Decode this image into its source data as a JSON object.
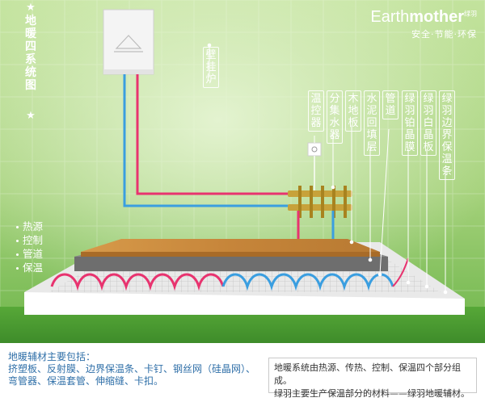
{
  "title": "地暖四系统图",
  "star": "★",
  "brand": {
    "logo_prefix": "Earth",
    "logo_suffix": "mother",
    "logo_cn": "绿羽",
    "slogan": "安全·节能·环保"
  },
  "legend": [
    "热源",
    "控制",
    "管道",
    "保温"
  ],
  "callouts": {
    "boiler": "壁挂炉",
    "thermostat": "温控器",
    "manifold": "分集水器",
    "wood_floor": "木地板",
    "cement": "水泥回填层",
    "pipe": "管道",
    "film": "绿羽铂晶膜",
    "board": "绿羽白晶板",
    "edge_strip": "绿羽边界保温条"
  },
  "bottom_left": {
    "heading": "地暖辅材主要包括：",
    "line1": "挤塑板、反射膜、边界保温条、卡钉、钢丝网（硅晶网）、",
    "line2": "弯管器、保温套管、伸缩缝、卡扣。"
  },
  "bottom_right": {
    "line1": "地暖系统由热源、传热、控制、保温四个部分组成。",
    "line2": "绿羽主要生产保温部分的材料——绿羽地暖辅材。"
  },
  "colors": {
    "hot_pipe": "#e8336f",
    "cold_pipe": "#3a9ee0",
    "bg_top": "#b5dc8c",
    "bg_bottom": "#5fae3a",
    "floor_wood": "#c98a3c",
    "cement": "#6e6e6e"
  }
}
